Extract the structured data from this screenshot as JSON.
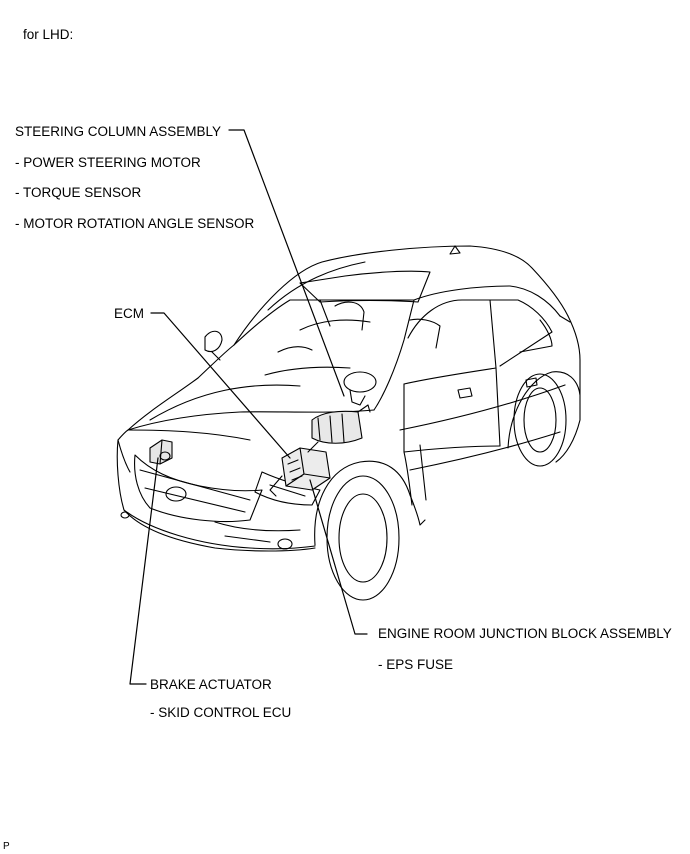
{
  "header": {
    "note": "for LHD:"
  },
  "callouts": {
    "steering": {
      "title": "STEERING COLUMN ASSEMBLY",
      "items": [
        "- POWER STEERING MOTOR",
        "- TORQUE SENSOR",
        "- MOTOR ROTATION ANGLE SENSOR"
      ]
    },
    "ecm": {
      "title": "ECM"
    },
    "junction": {
      "title": "ENGINE ROOM JUNCTION BLOCK ASSEMBLY",
      "items": [
        "- EPS FUSE"
      ]
    },
    "brake": {
      "title": "BRAKE ACTUATOR",
      "items": [
        "- SKID CONTROL ECU"
      ]
    }
  },
  "footer": {
    "code": "P"
  }
}
